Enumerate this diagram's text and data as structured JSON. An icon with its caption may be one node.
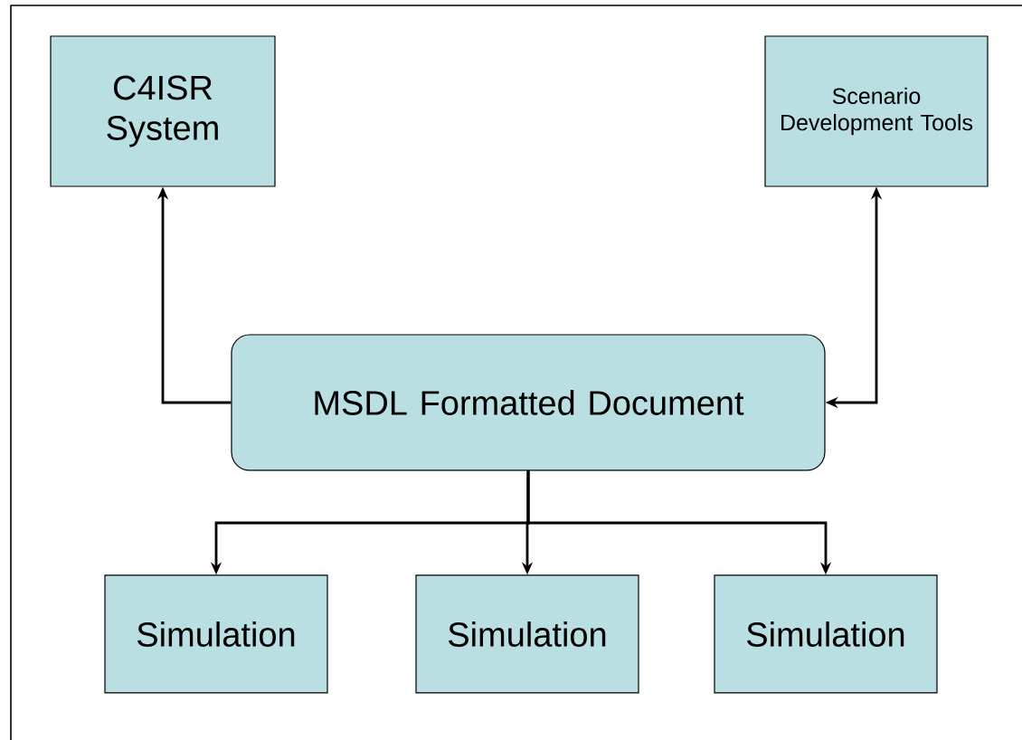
{
  "diagram": {
    "nodes": [
      {
        "text": [
          "C4ISR System"
        ]
      },
      {
        "text": [
          "Scenario Development Tools"
        ]
      },
      {
        "text": [
          "MSDL Formatted Document"
        ]
      },
      {
        "text": [
          "Simulation"
        ]
      },
      {
        "text": [
          "Simulation"
        ]
      },
      {
        "text": [
          "Simulation"
        ]
      }
    ],
    "edges": [
      {
        "from": 2,
        "to": 0,
        "arrow": "to"
      },
      {
        "from": 2,
        "to": 1,
        "arrow": "both"
      },
      {
        "from": 2,
        "to": 3,
        "arrow": "to"
      },
      {
        "from": 2,
        "to": 4,
        "arrow": "to"
      },
      {
        "from": 2,
        "to": 5,
        "arrow": "to"
      }
    ]
  }
}
